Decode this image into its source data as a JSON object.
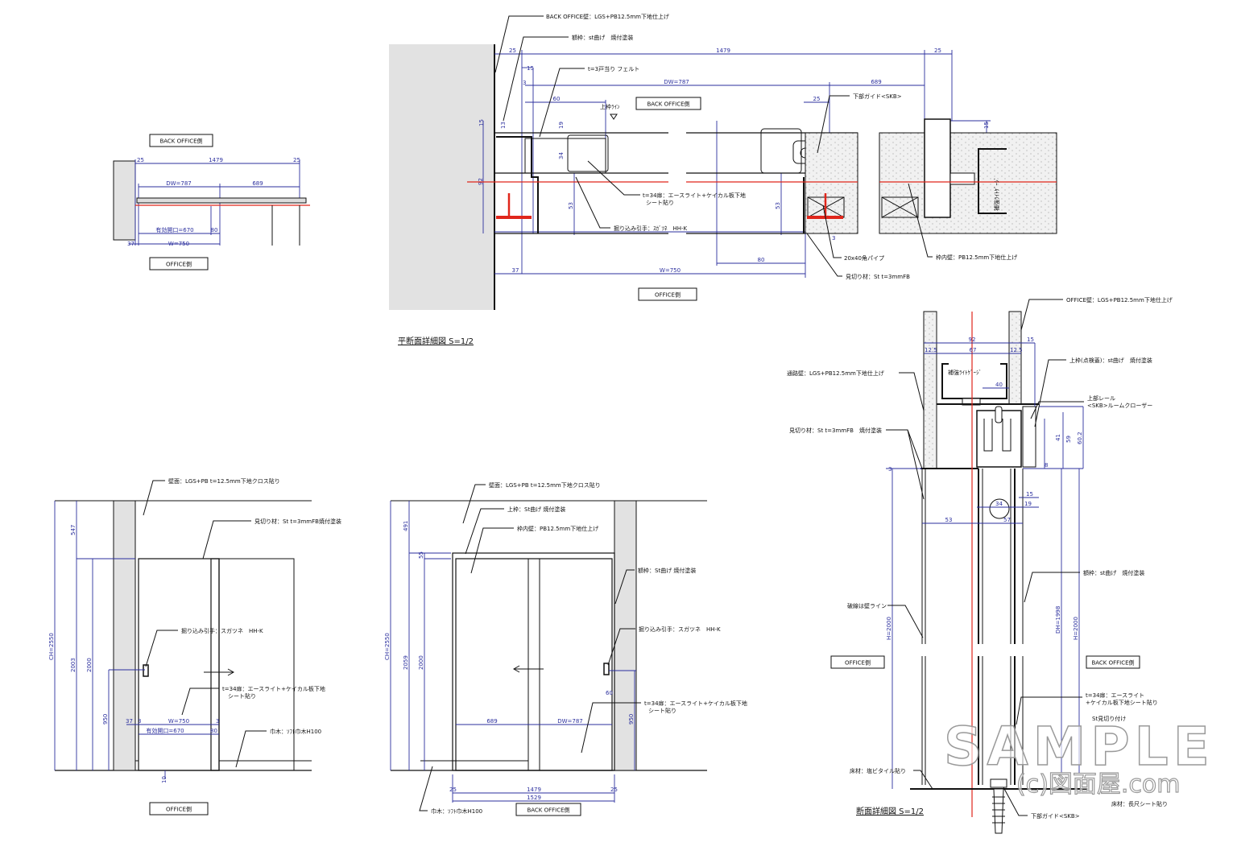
{
  "sp": {
    "labels": [
      "BACK OFFICE側",
      "OFFICE側"
    ],
    "dims": [
      "25",
      "1479",
      "25",
      "DW=787",
      "689",
      "有効開口=670",
      "80",
      "37",
      "W=750"
    ]
  },
  "pd": {
    "title": "平断面詳細図 S=1/2",
    "labels": [
      "BACK OFFICE壁：LGS+PB12.5mm下地仕上げ",
      "額枠：st曲げ　焼付塗装",
      "t=3戸当り フェルト",
      "上枠ﾗｲﾝ",
      "BACK OFFICE側",
      "下部ガイド<SKB>",
      "t=34扉：エースライト+ケイカル板下地",
      "シート貼り",
      "掘り込み引手：ｽｶﾞﾂﾈ　HH-K",
      "20x40角パイプ",
      "枠内壁：PB12.5mm下地仕上げ",
      "見切り材：St t=3mmFB",
      "OFFICE側",
      "補強ﾗｲﾄｹﾞｰｼﾞ"
    ],
    "dims": [
      "25",
      "1479",
      "25",
      "15",
      "DW=787",
      "689",
      "60",
      "25",
      "15",
      "13",
      "3",
      "19",
      "34",
      "92",
      "53",
      "53",
      "3",
      "80",
      "37",
      "W=750",
      "15",
      "92"
    ]
  },
  "eo": {
    "labels": [
      "壁面：LGS+PB t=12.5mm下地クロス貼り",
      "見切り材：St t=3mmFB焼付塗装",
      "掘り込み引手：スガツネ　HH-K",
      "t=34扉：エースライト+ケイカル板下地",
      "シート貼り",
      "巾木：ｿﾌﾄ巾木H100",
      "OFFICE側"
    ],
    "dims": [
      "CH=2550",
      "547",
      "2003",
      "2000",
      "950",
      "37",
      "3",
      "W=750",
      "3",
      "有効開口=670",
      "80",
      "10"
    ]
  },
  "eb": {
    "labels": [
      "壁面：LGS+PB t=12.5mm下地クロス貼り",
      "上枠：St曲げ 焼付塗装",
      "枠内壁：PB12.5mm下地仕上げ",
      "額枠：St曲げ 焼付塗装",
      "掘り込み引手：スガツネ　HH-K",
      "t=34扉：エースライト+ケイカル板下地",
      "シート貼り",
      "巾木：ｿﾌﾄ巾木H100",
      "BACK OFFICE側"
    ],
    "dims": [
      "CH=2550",
      "491",
      "2059",
      "55",
      "2000",
      "60",
      "950",
      "689",
      "DW=787",
      "25",
      "1479",
      "25",
      "1529"
    ]
  },
  "sec": {
    "title": "断面詳細図 S=1/2",
    "labels": [
      "OFFICE壁：LGS+PB12.5mm下地仕上げ",
      "上枠(点検蓋)：st曲げ　焼付塗装",
      "通路壁：LGS+PB12.5mm下地仕上げ",
      "補強ﾗｲﾄｹﾞｰｼﾞ",
      "上部レール",
      "<SKB>ルームクローザー",
      "見切り材：St t=3mmFB　焼付塗装",
      "額枠：st曲げ　焼付塗装",
      "破線は壁ライン",
      "OFFICE側",
      "BACK OFFICE側",
      "t=34扉：エースライト",
      "+ケイカル板下地シート貼り",
      "St見切り付け",
      "床材：塩ビタイル貼り",
      "床材：長尺シート貼り",
      "下部ガイド<SKB>"
    ],
    "dims": [
      "92",
      "15",
      "12.5",
      "67",
      "12.5",
      "40",
      "41",
      "59",
      "60.2",
      "3",
      "8",
      "53",
      "15",
      "19",
      "34",
      "57",
      "H=2000",
      "DH=1998",
      "H=2000"
    ]
  },
  "watermark": [
    "SAMPLE",
    "(c)図面屋.com"
  ],
  "colors": {
    "dimension": "#2b2f9e",
    "centerline": "#e0261b",
    "wall": "#e2e2e2"
  }
}
